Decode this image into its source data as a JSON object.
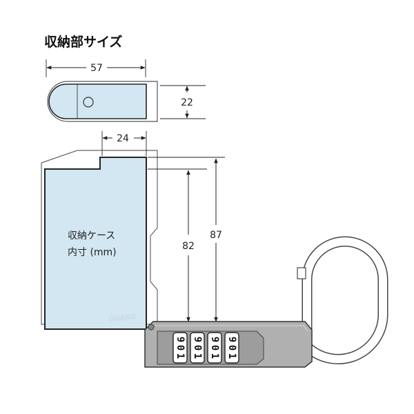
{
  "title": "収納部サイズ",
  "dimensions": {
    "top_width": "57",
    "top_height": "22",
    "notch_width": "24",
    "inner_height": "82",
    "outer_height": "87"
  },
  "case_label": {
    "line1": "収納ケース",
    "line2": "内寸 (mm)"
  },
  "brand_mark": "GUARD",
  "dials": [
    [
      "9",
      "0",
      "1"
    ],
    [
      "9",
      "0",
      "1"
    ],
    [
      "9",
      "0",
      "1"
    ],
    [
      "9",
      "0",
      "1"
    ]
  ],
  "colors": {
    "case_fill": "#d3e7f2",
    "lock_body": "#b0b0b0",
    "shackle": "#ffffff",
    "line": "#222222"
  }
}
